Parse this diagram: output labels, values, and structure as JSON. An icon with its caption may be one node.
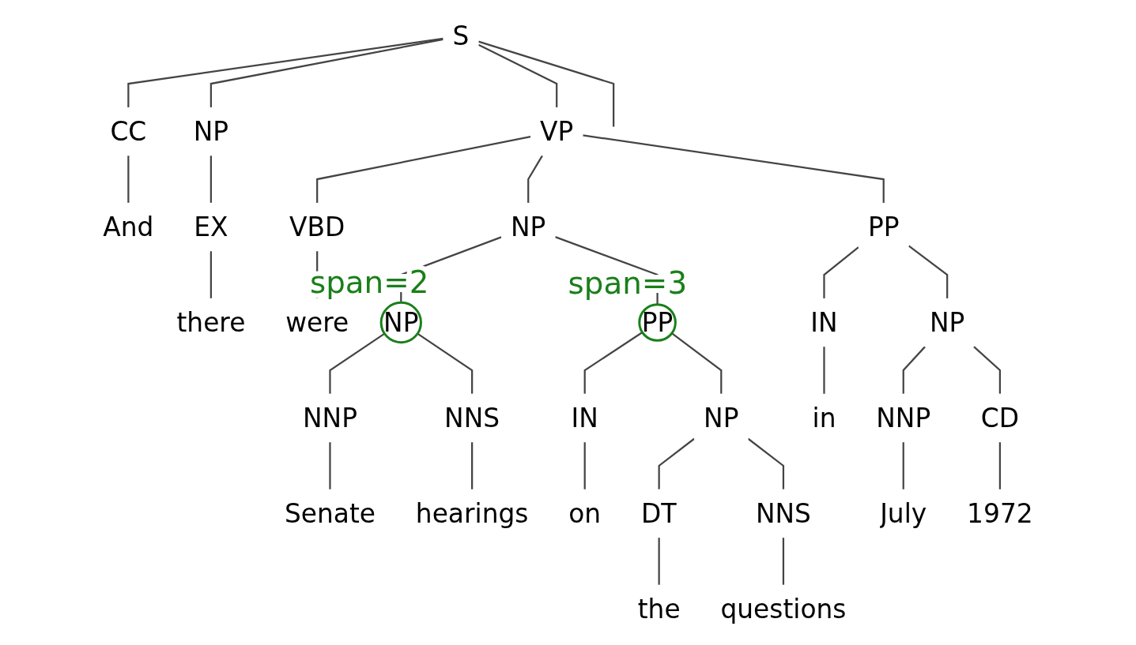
{
  "diagram": {
    "nodes": [
      {
        "text": [
          "S"
        ]
      },
      {
        "text": [
          "CC"
        ]
      },
      {
        "text": [
          "NP"
        ]
      },
      {
        "text": [
          "VP"
        ]
      },
      {
        "text": [
          "And"
        ]
      },
      {
        "text": [
          "EX"
        ]
      },
      {
        "text": [
          "VBD"
        ]
      },
      {
        "text": [
          "NP"
        ]
      },
      {
        "text": [
          "PP"
        ]
      },
      {
        "text": [
          "there"
        ]
      },
      {
        "text": [
          "were"
        ]
      },
      {
        "text": [
          "NP"
        ],
        "beside": [
          "span=2"
        ]
      },
      {
        "text": [
          "PP"
        ],
        "beside": [
          "span=3"
        ]
      },
      {
        "text": [
          "IN"
        ]
      },
      {
        "text": [
          "NP"
        ]
      },
      {
        "text": [
          "NNP"
        ]
      },
      {
        "text": [
          "NNS"
        ]
      },
      {
        "text": [
          "IN"
        ]
      },
      {
        "text": [
          "NP"
        ]
      },
      {
        "text": [
          "in"
        ]
      },
      {
        "text": [
          "NNP"
        ]
      },
      {
        "text": [
          "CD"
        ]
      },
      {
        "text": [
          "Senate"
        ]
      },
      {
        "text": [
          "hearings"
        ]
      },
      {
        "text": [
          "on"
        ]
      },
      {
        "text": [
          "DT"
        ]
      },
      {
        "text": [
          "NNS"
        ]
      },
      {
        "text": [
          "July"
        ]
      },
      {
        "text": [
          "1972"
        ]
      },
      {
        "text": [
          "the"
        ]
      },
      {
        "text": [
          "questions"
        ]
      }
    ],
    "edges": [
      {
        "from": 0,
        "to": 1,
        "arrow": "none"
      },
      {
        "from": 0,
        "to": 2,
        "arrow": "none"
      },
      {
        "from": 0,
        "to": 3,
        "arrow": "none"
      },
      {
        "from": 0,
        "to": null,
        "arrow": "none"
      },
      {
        "from": 1,
        "to": 4,
        "arrow": "none"
      },
      {
        "from": 2,
        "to": 5,
        "arrow": "none"
      },
      {
        "from": 5,
        "to": 9,
        "arrow": "none"
      },
      {
        "from": 3,
        "to": 6,
        "arrow": "none"
      },
      {
        "from": 3,
        "to": 7,
        "arrow": "none"
      },
      {
        "from": 3,
        "to": 8,
        "arrow": "none"
      },
      {
        "from": 6,
        "to": 10,
        "arrow": "none"
      },
      {
        "from": 7,
        "to": 11,
        "arrow": "none"
      },
      {
        "from": 7,
        "to": 12,
        "arrow": "none"
      },
      {
        "from": 8,
        "to": 13,
        "arrow": "none"
      },
      {
        "from": 8,
        "to": 14,
        "arrow": "none"
      },
      {
        "from": 11,
        "to": 15,
        "arrow": "none"
      },
      {
        "from": 11,
        "to": 16,
        "arrow": "none"
      },
      {
        "from": 12,
        "to": 17,
        "arrow": "none"
      },
      {
        "from": 12,
        "to": 18,
        "arrow": "none"
      },
      {
        "from": 13,
        "to": 19,
        "arrow": "none"
      },
      {
        "from": 14,
        "to": 20,
        "arrow": "none"
      },
      {
        "from": 14,
        "to": 21,
        "arrow": "none"
      },
      {
        "from": 15,
        "to": 22,
        "arrow": "none"
      },
      {
        "from": 16,
        "to": 23,
        "arrow": "none"
      },
      {
        "from": 17,
        "to": 24,
        "arrow": "none"
      },
      {
        "from": 18,
        "to": 25,
        "arrow": "none"
      },
      {
        "from": 18,
        "to": 26,
        "arrow": "none"
      },
      {
        "from": 20,
        "to": 27,
        "arrow": "none"
      },
      {
        "from": 21,
        "to": 28,
        "arrow": "none"
      },
      {
        "from": 25,
        "to": 29,
        "arrow": "none"
      },
      {
        "from": 26,
        "to": 30,
        "arrow": "none"
      }
    ]
  }
}
